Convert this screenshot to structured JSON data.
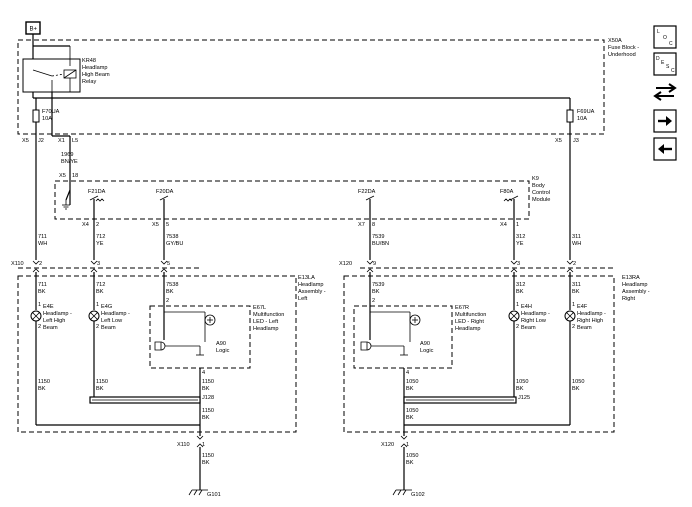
{
  "power": {
    "label": "B+"
  },
  "fuse_block": {
    "id": "X50A",
    "desc": [
      "Fuse Block -",
      "Underhood"
    ]
  },
  "relay": {
    "id": "KR48",
    "desc": [
      "Headlamp",
      "High Beam",
      "Relay"
    ]
  },
  "fuses": {
    "left": {
      "id": "F70UA",
      "rating": "10A",
      "conn": "X5",
      "pin": "J2"
    },
    "right": {
      "id": "F69UA",
      "rating": "10A",
      "conn": "X5",
      "pin": "J3"
    }
  },
  "relay_out": {
    "conn": "X1",
    "pin": "L5",
    "circuit": "1969",
    "color": "BN/YE"
  },
  "bcm": {
    "id": "K9",
    "desc": [
      "Body",
      "Control",
      "Module"
    ],
    "input": {
      "conn": "X5",
      "pin": "18"
    },
    "drivers": [
      {
        "name": "F21DA",
        "conn": "X4",
        "pin": "2"
      },
      {
        "name": "F20DA",
        "conn": "X5",
        "pin": "5"
      },
      {
        "name": "F22DA",
        "conn": "X7",
        "pin": "8"
      },
      {
        "name": "F80A",
        "conn": "X4",
        "pin": "1"
      }
    ]
  },
  "circuits": [
    {
      "num": "711",
      "color": "WH"
    },
    {
      "num": "712",
      "color": "YE"
    },
    {
      "num": "7538",
      "color": "GY/BU"
    },
    {
      "num": "7539",
      "color": "BU/BN"
    },
    {
      "num": "312",
      "color": "YE"
    },
    {
      "num": "311",
      "color": "WH"
    }
  ],
  "left_assembly": {
    "conn": "X110",
    "id": "E13LA",
    "desc": [
      "Headlamp",
      "Assembly -",
      "Left"
    ],
    "pins": [
      "2",
      "3",
      "5"
    ],
    "inner": [
      {
        "num": "711",
        "color": "BK"
      },
      {
        "num": "712",
        "color": "BK"
      },
      {
        "num": "7538",
        "color": "BK"
      }
    ],
    "lamps": [
      {
        "id": "E4E",
        "desc": [
          "Headlamp -",
          "Left High",
          "Beam"
        ],
        "pin_top": "1",
        "pin_bot": "2"
      },
      {
        "id": "E4G",
        "desc": [
          "Headlamp -",
          "Left Low",
          "Beam"
        ],
        "pin_top": "1",
        "pin_bot": "2"
      }
    ],
    "led": {
      "id": "E67L",
      "desc": [
        "Multifunction",
        "LED - Left",
        "Headlamp"
      ],
      "pin_in": "2",
      "pin_out": "4"
    },
    "logic": {
      "id": "A90",
      "desc": "Logic"
    },
    "grounds": [
      {
        "num": "1150",
        "color": "BK"
      },
      {
        "num": "1150",
        "color": "BK"
      },
      {
        "num": "1150",
        "color": "BK"
      }
    ],
    "splice": "J128",
    "splice_out": {
      "num": "1150",
      "color": "BK"
    },
    "ground_conn": {
      "conn": "X110",
      "pin": "1",
      "num": "1150",
      "color": "BK"
    },
    "ground_id": "G101"
  },
  "right_assembly": {
    "conn": "X120",
    "id": "E13RA",
    "desc": [
      "Headlamp",
      "Assembly -",
      "Right"
    ],
    "pins": [
      "9",
      "3",
      "2"
    ],
    "inner": [
      {
        "num": "7539",
        "color": "BK"
      },
      {
        "num": "312",
        "color": "BK"
      },
      {
        "num": "311",
        "color": "BK"
      }
    ],
    "lamps": [
      {
        "id": "E4H",
        "desc": [
          "Headlamp -",
          "Right Low",
          "Beam"
        ],
        "pin_top": "1",
        "pin_bot": "2"
      },
      {
        "id": "E4F",
        "desc": [
          "Headlamp -",
          "Right High",
          "Beam"
        ],
        "pin_top": "1",
        "pin_bot": "2"
      }
    ],
    "led": {
      "id": "E67R",
      "desc": [
        "Multifunction",
        "LED - Right",
        "Headlamp"
      ],
      "pin_in": "2",
      "pin_out": "4"
    },
    "logic": {
      "id": "A90",
      "desc": "Logic"
    },
    "grounds": [
      {
        "num": "1050",
        "color": "BK"
      },
      {
        "num": "1050",
        "color": "BK"
      },
      {
        "num": "1050",
        "color": "BK"
      }
    ],
    "splice": "J125",
    "splice_out": {
      "num": "1050",
      "color": "BK"
    },
    "ground_conn": {
      "conn": "X120",
      "pin": "1",
      "num": "1050",
      "color": "BK"
    },
    "ground_id": "G102"
  },
  "nav": {
    "loc_label": [
      "L",
      "O",
      "C"
    ],
    "desc_label": [
      "D",
      "E",
      "S",
      "C"
    ],
    "icons": [
      "swap-arrows-icon",
      "arrow-right-icon",
      "arrow-left-icon"
    ]
  }
}
